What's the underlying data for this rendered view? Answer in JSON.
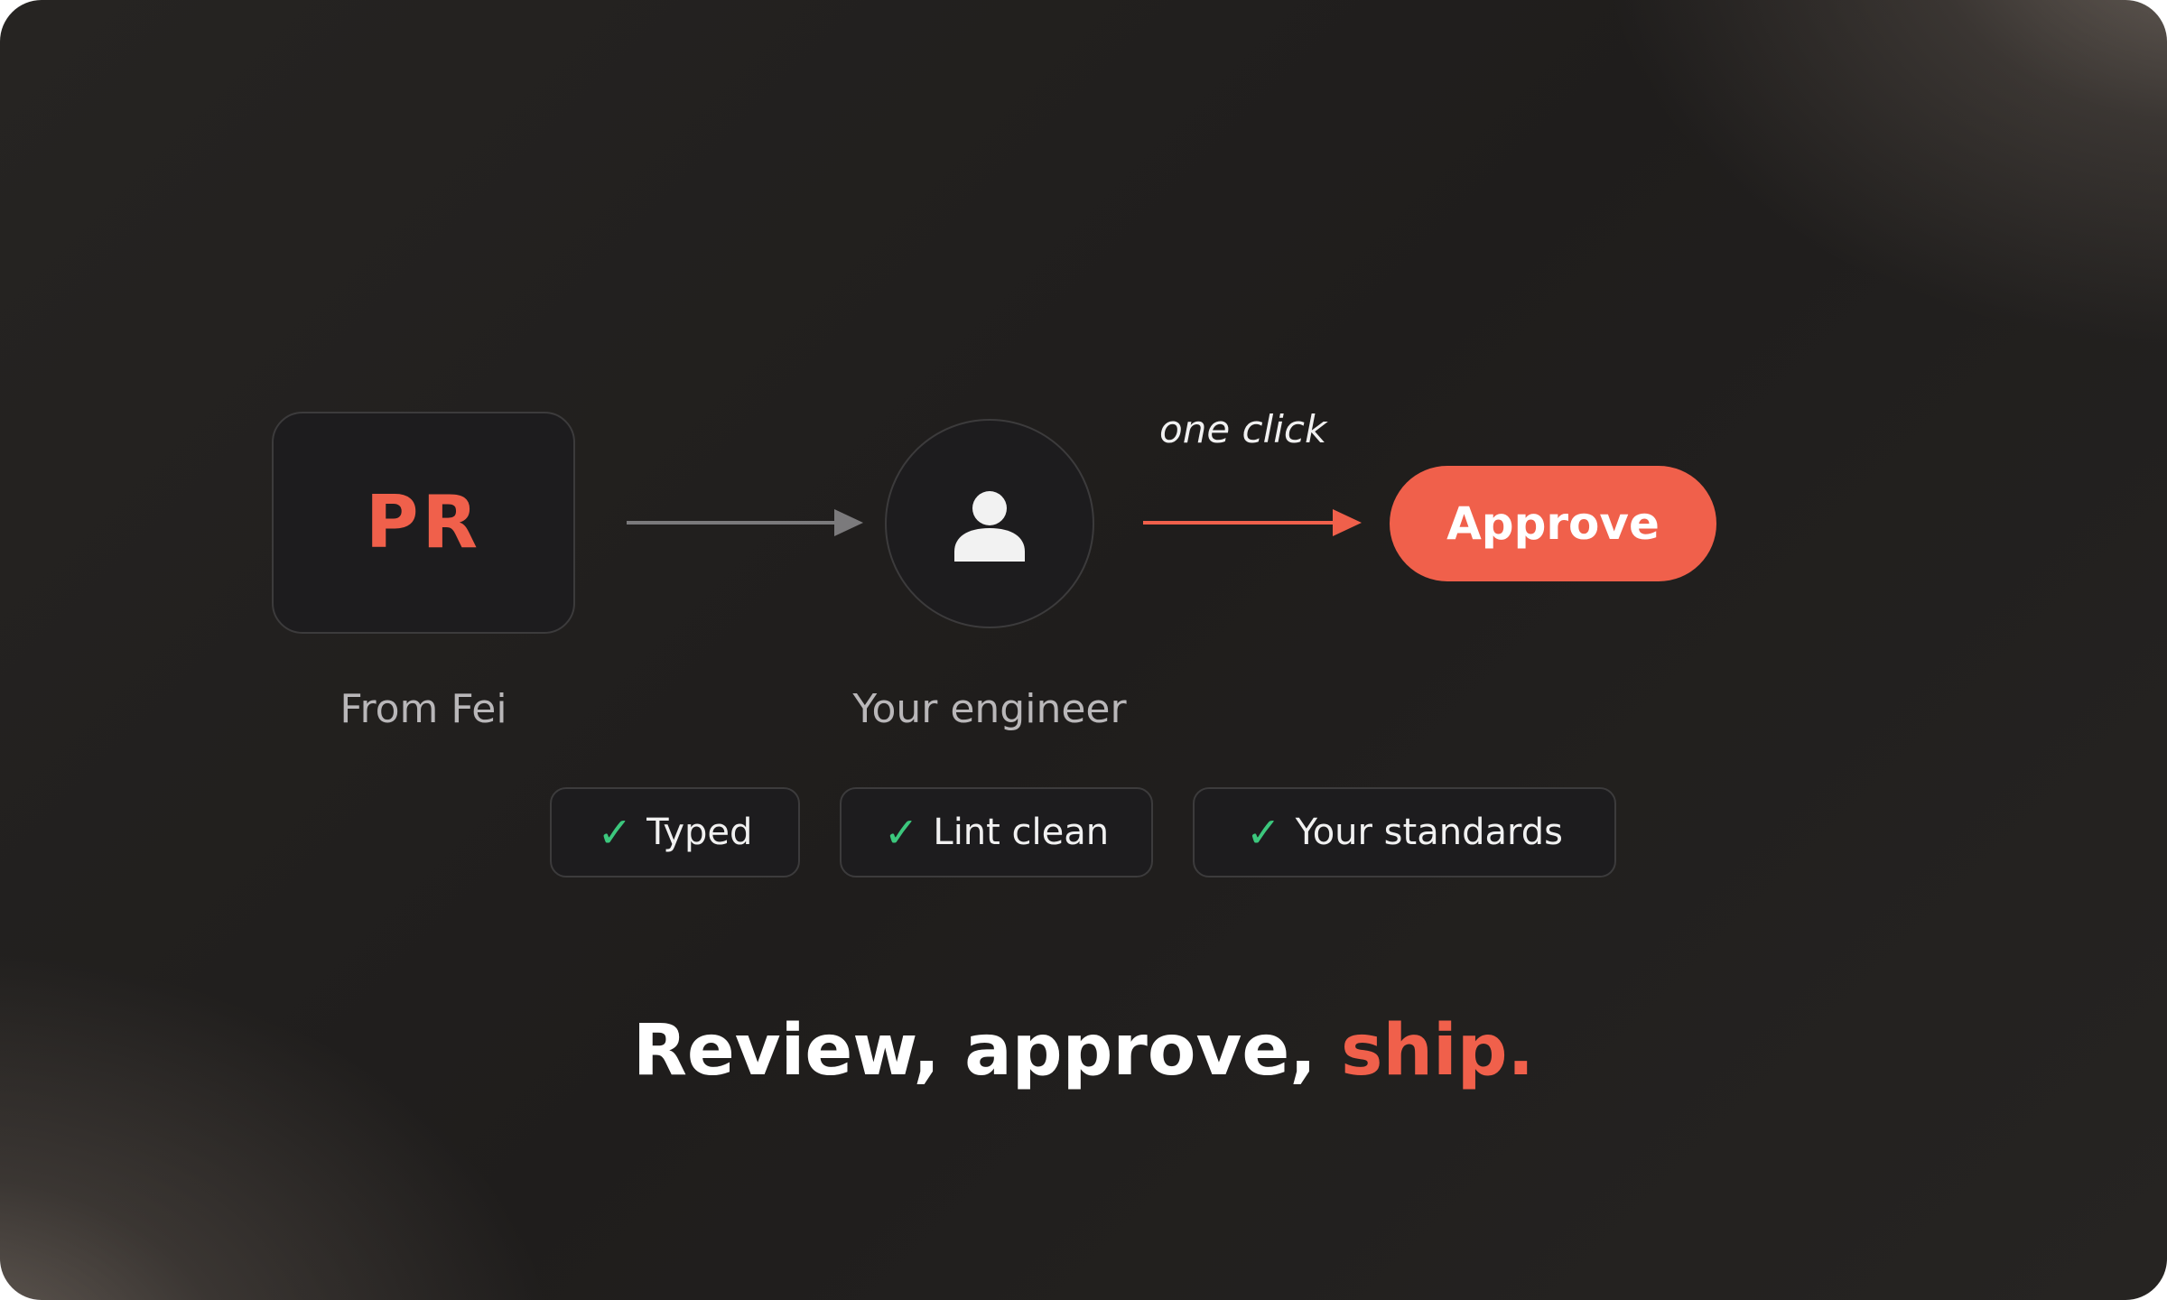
{
  "colors": {
    "accent": "#f0604b",
    "check": "#3cc77d",
    "background": "#1f1d1c",
    "surface": "#1d1c1e"
  },
  "source": {
    "box_label": "PR",
    "caption": "From Fei"
  },
  "reviewer": {
    "icon": "person-icon",
    "caption": "Your engineer"
  },
  "action": {
    "hint": "one click",
    "button_label": "Approve"
  },
  "checks": [
    {
      "icon": "check-icon",
      "label": "Typed"
    },
    {
      "icon": "check-icon",
      "label": "Lint clean"
    },
    {
      "icon": "check-icon",
      "label": "Your standards"
    }
  ],
  "tagline": {
    "main": "Review, approve, ",
    "accent": "ship."
  }
}
